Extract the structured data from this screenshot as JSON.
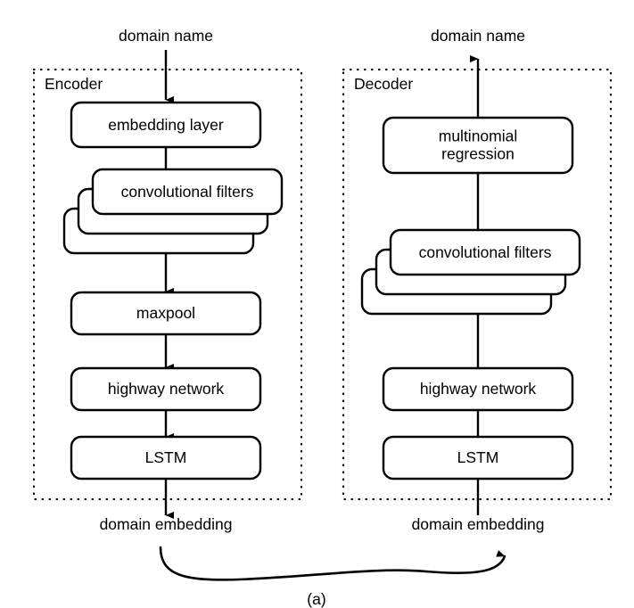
{
  "figure": {
    "caption": "(a)",
    "stroke_color": "#000000",
    "background_color": "#ffffff"
  },
  "io_labels": {
    "encoder_input": "domain name",
    "encoder_output": "domain embedding",
    "decoder_input": "domain embedding",
    "decoder_output": "domain name"
  },
  "encoder": {
    "title": "Encoder",
    "blocks": [
      {
        "label": "embedding layer",
        "stacked": false
      },
      {
        "label": "convolutional filters",
        "stacked": true,
        "stack_count": 3
      },
      {
        "label": "maxpool",
        "stacked": false
      },
      {
        "label": "highway network",
        "stacked": false
      },
      {
        "label": "LSTM",
        "stacked": false
      }
    ]
  },
  "decoder": {
    "title": "Decoder",
    "blocks": [
      {
        "label": "multinomial\nregression",
        "stacked": false
      },
      {
        "label": "convolutional filters",
        "stacked": true,
        "stack_count": 3
      },
      {
        "label": "highway network",
        "stacked": false
      },
      {
        "label": "LSTM",
        "stacked": false
      }
    ]
  }
}
